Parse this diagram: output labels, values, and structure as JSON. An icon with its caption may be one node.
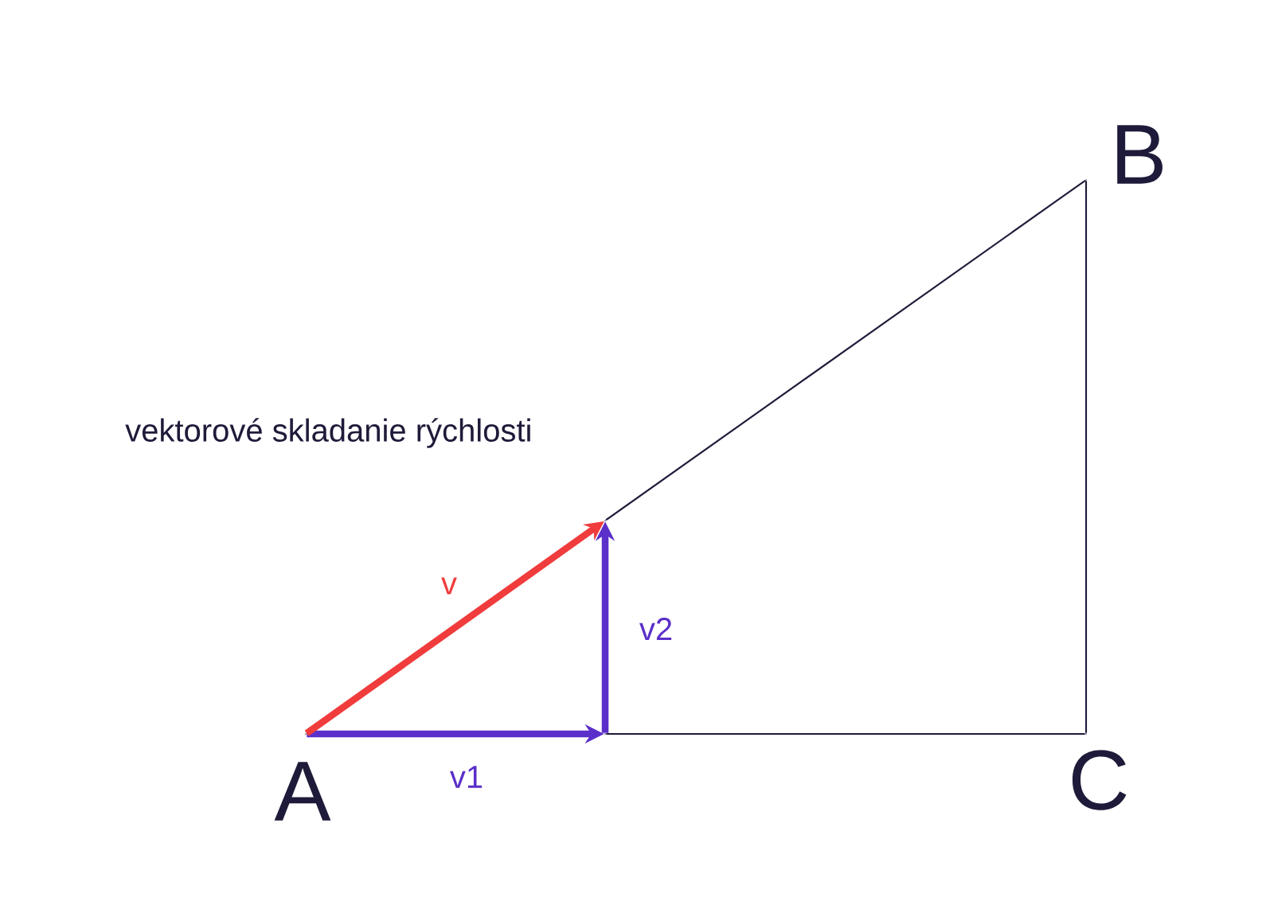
{
  "diagram": {
    "nodes": [
      {
        "text": [],
        "shape": "point",
        "beside": [
          "A"
        ]
      },
      {
        "text": [],
        "shape": "point",
        "beside": [
          "B"
        ]
      },
      {
        "text": [],
        "shape": "point",
        "beside": [
          "C"
        ]
      },
      {
        "text": [],
        "shape": "point"
      },
      {
        "text": [],
        "shape": "point"
      }
    ],
    "edges": [
      {
        "from": 0,
        "to": 4,
        "arrow": "to",
        "label": "v1",
        "style": "thick",
        "color": "#5b2fc9"
      },
      {
        "from": 4,
        "to": 3,
        "arrow": "to",
        "label": "v2",
        "style": "thick",
        "color": "#5b2fc9"
      },
      {
        "from": 0,
        "to": 3,
        "arrow": "to",
        "label": "v",
        "style": "thick",
        "color": "#f03c3c"
      },
      {
        "from": 3,
        "to": 1,
        "arrow": "none"
      },
      {
        "from": 1,
        "to": 2,
        "arrow": "none"
      },
      {
        "from": 4,
        "to": 2,
        "arrow": "none"
      }
    ],
    "labels": [
      "vektorové skladanie rýchlosti"
    ]
  }
}
